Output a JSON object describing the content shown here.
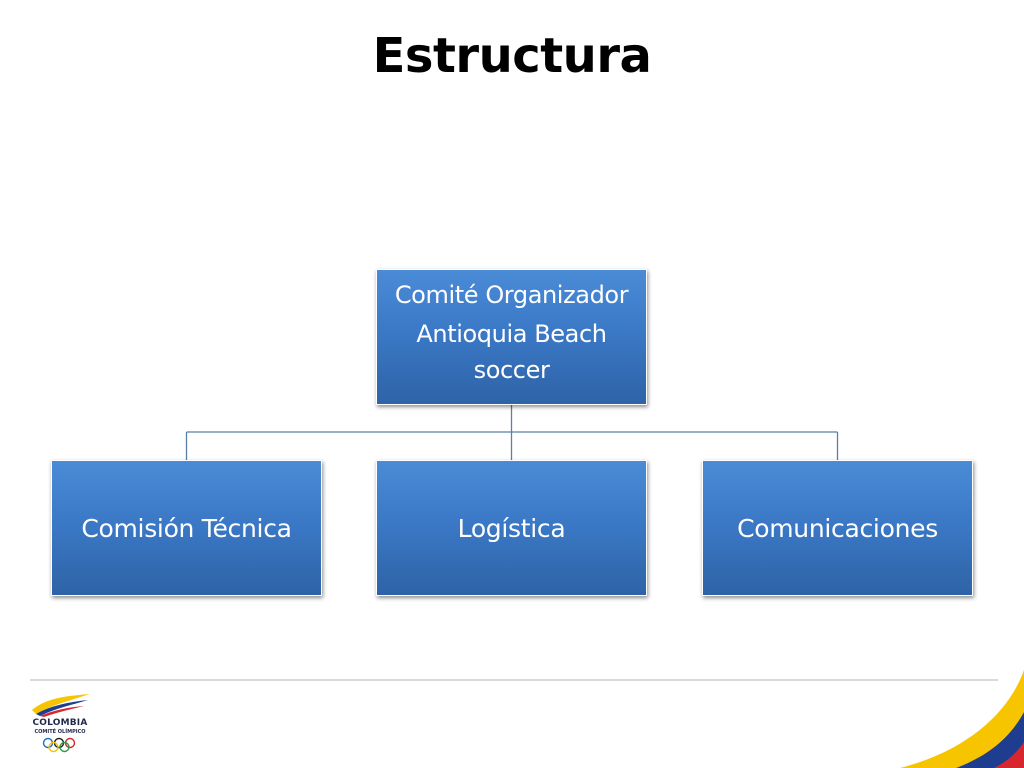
{
  "slide": {
    "title": "Estructura"
  },
  "org_chart": {
    "root": {
      "line1": "Comité Organizador",
      "line2": "Antioquia Beach soccer"
    },
    "children": [
      {
        "label": "Comisión Técnica"
      },
      {
        "label": "Logística"
      },
      {
        "label": "Comunicaciones"
      }
    ],
    "box_color": "#3b79c7",
    "connector_color": "#5b7fa6"
  },
  "logo": {
    "name_text": "COLOMBIA",
    "subtitle_text": "COMITÉ OLÍMPICO",
    "icon": "olympic-rings-icon"
  },
  "colors": {
    "flag_yellow": "#f6c500",
    "flag_blue": "#1f3d8f",
    "flag_red": "#d7262d"
  }
}
